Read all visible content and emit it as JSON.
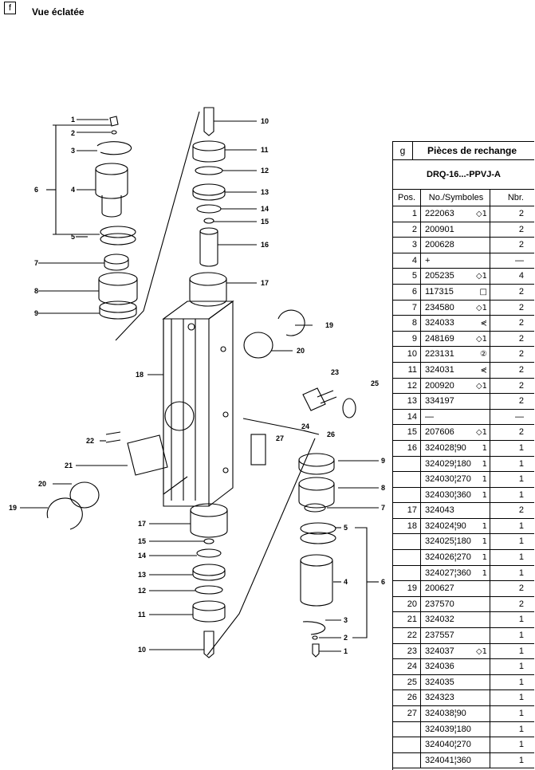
{
  "page": {
    "corner_letter": "f",
    "title": "Vue éclatée"
  },
  "drawing": {
    "callouts_left_column": [
      "1",
      "2",
      "3",
      "4",
      "5",
      "6",
      "7",
      "8",
      "9"
    ],
    "callouts_center_top": [
      "10",
      "11",
      "12",
      "13",
      "14",
      "15",
      "16",
      "17"
    ],
    "callouts_center_body": [
      "18",
      "19",
      "20",
      "21",
      "22",
      "23",
      "24",
      "25",
      "26",
      "27"
    ],
    "callouts_center_bottom": [
      "17",
      "15",
      "14",
      "13",
      "12",
      "11",
      "10"
    ],
    "callouts_right_column": [
      "9",
      "8",
      "7",
      "5",
      "4",
      "6",
      "3",
      "2",
      "1"
    ]
  },
  "parts_table": {
    "section_letter": "g",
    "heading": "Pièces de rechange",
    "model": "DRQ-16...-PPVJ-A",
    "columns": [
      "Pos.",
      "No./Symboles",
      "Nbr."
    ],
    "rows": [
      {
        "pos": "1",
        "no": "222063",
        "sym": "◇1",
        "qty": "2"
      },
      {
        "pos": "2",
        "no": "200901",
        "sym": "",
        "qty": "2"
      },
      {
        "pos": "3",
        "no": "200628",
        "sym": "",
        "qty": "2"
      },
      {
        "pos": "4",
        "no": "+",
        "sym": "",
        "qty": "—"
      },
      {
        "pos": "5",
        "no": "205235",
        "sym": "◇1",
        "qty": "4"
      },
      {
        "pos": "6",
        "no": "117315",
        "sym": "□",
        "qty": "2"
      },
      {
        "pos": "7",
        "no": "234580",
        "sym": "◇1",
        "qty": "2"
      },
      {
        "pos": "8",
        "no": "324033",
        "sym": "⋞",
        "qty": "2"
      },
      {
        "pos": "9",
        "no": "248169",
        "sym": "◇1",
        "qty": "2"
      },
      {
        "pos": "10",
        "no": "223131",
        "sym": "②",
        "qty": "2"
      },
      {
        "pos": "11",
        "no": "324031",
        "sym": "⋞",
        "qty": "2"
      },
      {
        "pos": "12",
        "no": "200920",
        "sym": "◇1",
        "qty": "2"
      },
      {
        "pos": "13",
        "no": "334197",
        "sym": "",
        "qty": "2"
      },
      {
        "pos": "14",
        "no": "—",
        "sym": "",
        "qty": "—"
      },
      {
        "pos": "15",
        "no": "207606",
        "sym": "◇1",
        "qty": "2"
      },
      {
        "pos": "16",
        "no": "324028¦90",
        "sym": "1",
        "qty": "1"
      },
      {
        "pos": "",
        "no": "324029¦180",
        "sym": "1",
        "qty": "1"
      },
      {
        "pos": "",
        "no": "324030¦270",
        "sym": "1",
        "qty": "1"
      },
      {
        "pos": "",
        "no": "324030¦360",
        "sym": "1",
        "qty": "1"
      },
      {
        "pos": "17",
        "no": "324043",
        "sym": "",
        "qty": "2"
      },
      {
        "pos": "18",
        "no": "324024¦90",
        "sym": "1",
        "qty": "1"
      },
      {
        "pos": "",
        "no": "324025¦180",
        "sym": "1",
        "qty": "1"
      },
      {
        "pos": "",
        "no": "324026¦270",
        "sym": "1",
        "qty": "1"
      },
      {
        "pos": "",
        "no": "324027¦360",
        "sym": "1",
        "qty": "1"
      },
      {
        "pos": "19",
        "no": "200627",
        "sym": "",
        "qty": "2"
      },
      {
        "pos": "20",
        "no": "237570",
        "sym": "",
        "qty": "2"
      },
      {
        "pos": "21",
        "no": "324032",
        "sym": "",
        "qty": "1"
      },
      {
        "pos": "22",
        "no": "237557",
        "sym": "",
        "qty": "1"
      },
      {
        "pos": "23",
        "no": "324037",
        "sym": "◇1",
        "qty": "1"
      },
      {
        "pos": "24",
        "no": "324036",
        "sym": "",
        "qty": "1"
      },
      {
        "pos": "25",
        "no": "324035",
        "sym": "",
        "qty": "1"
      },
      {
        "pos": "26",
        "no": "324323",
        "sym": "",
        "qty": "1"
      },
      {
        "pos": "27",
        "no": "324038¦90",
        "sym": "",
        "qty": "1"
      },
      {
        "pos": "",
        "no": "324039¦180",
        "sym": "",
        "qty": "1"
      },
      {
        "pos": "",
        "no": "324040¦270",
        "sym": "",
        "qty": "1"
      },
      {
        "pos": "",
        "no": "324041¦360",
        "sym": "",
        "qty": "1"
      }
    ]
  }
}
